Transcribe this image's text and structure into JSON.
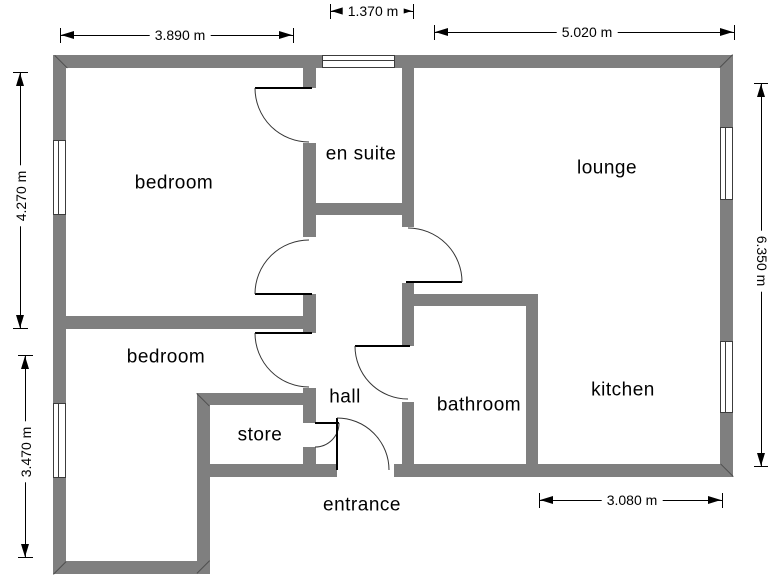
{
  "plan": {
    "type": "floor plan",
    "units": "m",
    "wall_color": "#7f7f7f",
    "line_color": "#000000",
    "background": "#ffffff"
  },
  "rooms": {
    "bedroom1": {
      "label": "bedroom"
    },
    "ensuite": {
      "label": "en suite"
    },
    "lounge": {
      "label": "lounge"
    },
    "bedroom2": {
      "label": "bedroom"
    },
    "hall": {
      "label": "hall"
    },
    "store": {
      "label": "store"
    },
    "bathroom": {
      "label": "bathroom"
    },
    "kitchen": {
      "label": "kitchen"
    },
    "entrance": {
      "label": "entrance"
    }
  },
  "dimensions": {
    "top_left": "3.890 m",
    "top_middle": "1.370 m",
    "top_right": "5.020 m",
    "left_upper": "4.270 m",
    "left_lower": "3.470 m",
    "right_side": "6.350 m",
    "bottom_right": "3.080 m"
  }
}
